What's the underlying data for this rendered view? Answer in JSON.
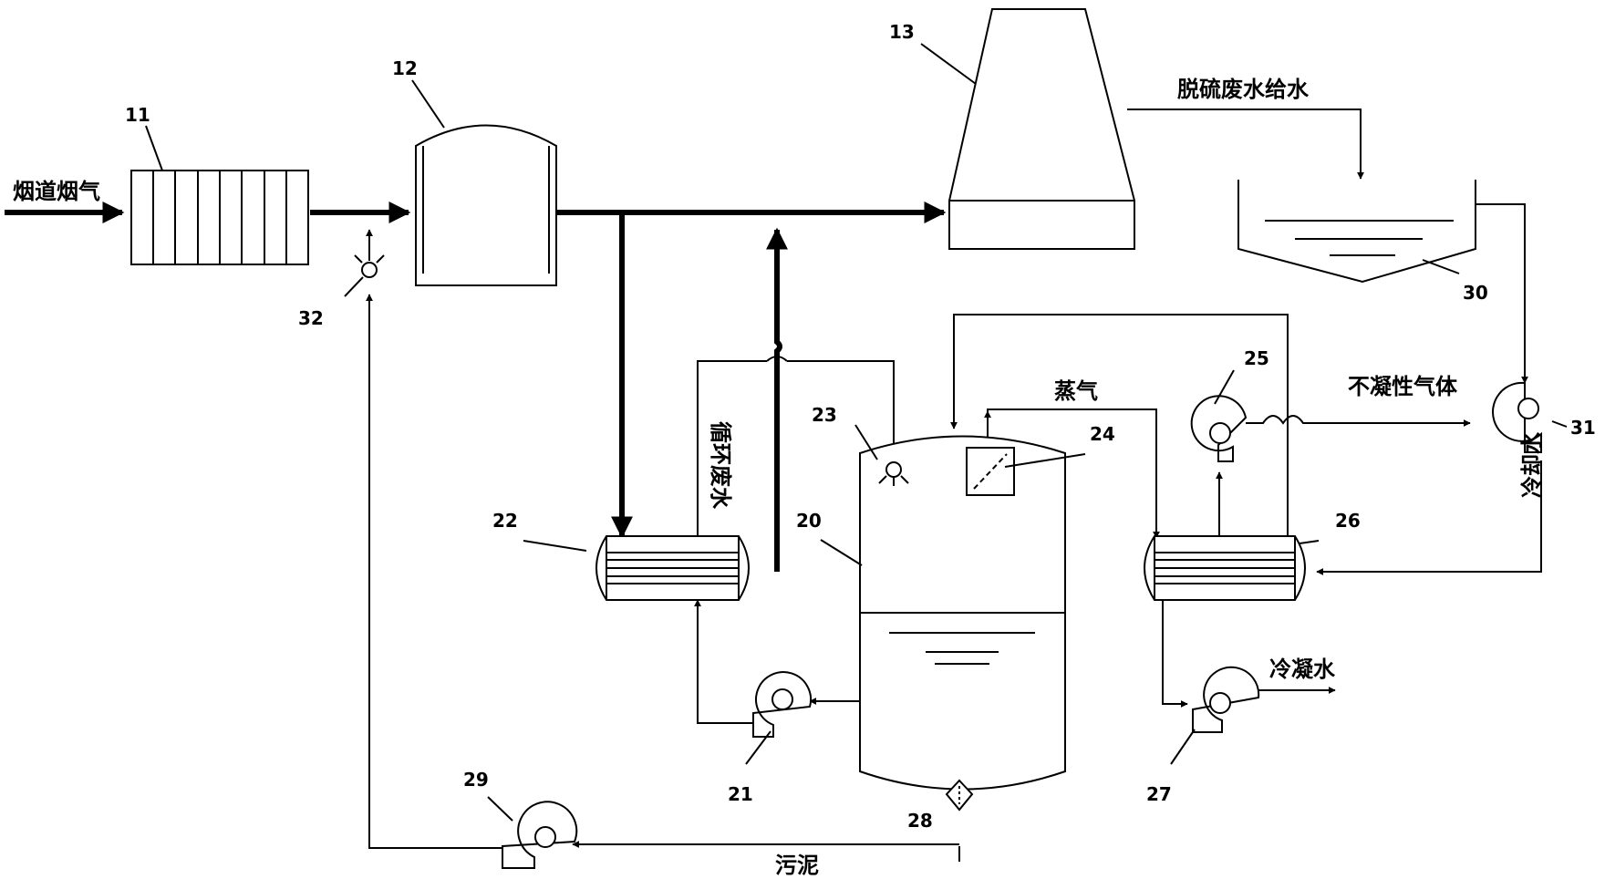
{
  "labels": {
    "flue_gas_in": "烟道烟气",
    "fgd_wastewater_feed": "脱硫废水给水",
    "circulating_wastewater": "循环废水",
    "steam": "蒸气",
    "non_condensable_gas": "不凝性气体",
    "condensate": "冷凝水",
    "sludge": "污泥",
    "cooling_water": "冷却水"
  },
  "equipment_numbers": {
    "n11": "11",
    "n12": "12",
    "n13": "13",
    "n20": "20",
    "n21": "21",
    "n22": "22",
    "n23": "23",
    "n24": "24",
    "n25": "25",
    "n26": "26",
    "n27": "27",
    "n28": "28",
    "n29": "29",
    "n30": "30",
    "n31": "31",
    "n32": "32"
  }
}
